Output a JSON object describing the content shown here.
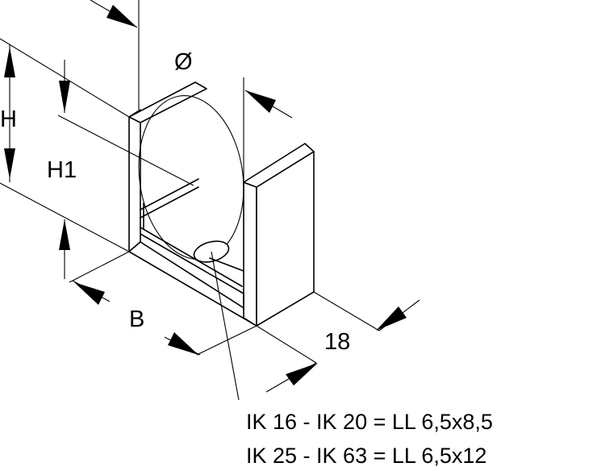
{
  "labels": {
    "diameter": "Ø",
    "height_total": "H",
    "height_inner": "H1",
    "width": "B",
    "depth": "18"
  },
  "notes": [
    "IK 16 - IK 20 = LL 6,5x8,5",
    "IK 25 - IK 63 = LL 6,5x12"
  ],
  "colors": {
    "line": "#000000",
    "background": "#ffffff"
  }
}
